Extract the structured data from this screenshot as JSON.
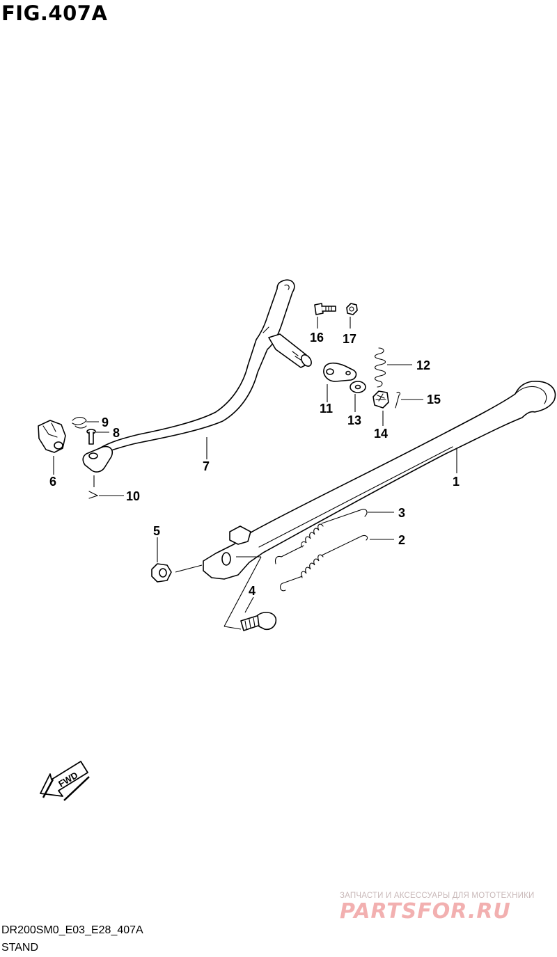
{
  "figure": {
    "title": "FIG.407A",
    "code": "DR200SM0_E03_E28_407A",
    "section": "STAND"
  },
  "watermark": {
    "subtitle": "ЗАПЧАСТИ И АКСЕССУАРЫ ДЛЯ МОТОТЕХНИКИ",
    "logo": "PARTSFOR.RU"
  },
  "fwd_label": "FWD",
  "callouts": {
    "c1": "1",
    "c2": "2",
    "c3": "3",
    "c4": "4",
    "c5": "5",
    "c6": "6",
    "c7": "7",
    "c8": "8",
    "c9": "9",
    "c10": "10",
    "c11": "11",
    "c12": "12",
    "c13": "13",
    "c14": "14",
    "c15": "15",
    "c16": "16",
    "c17": "17"
  },
  "icons": [
    "fwd-arrow-icon"
  ]
}
